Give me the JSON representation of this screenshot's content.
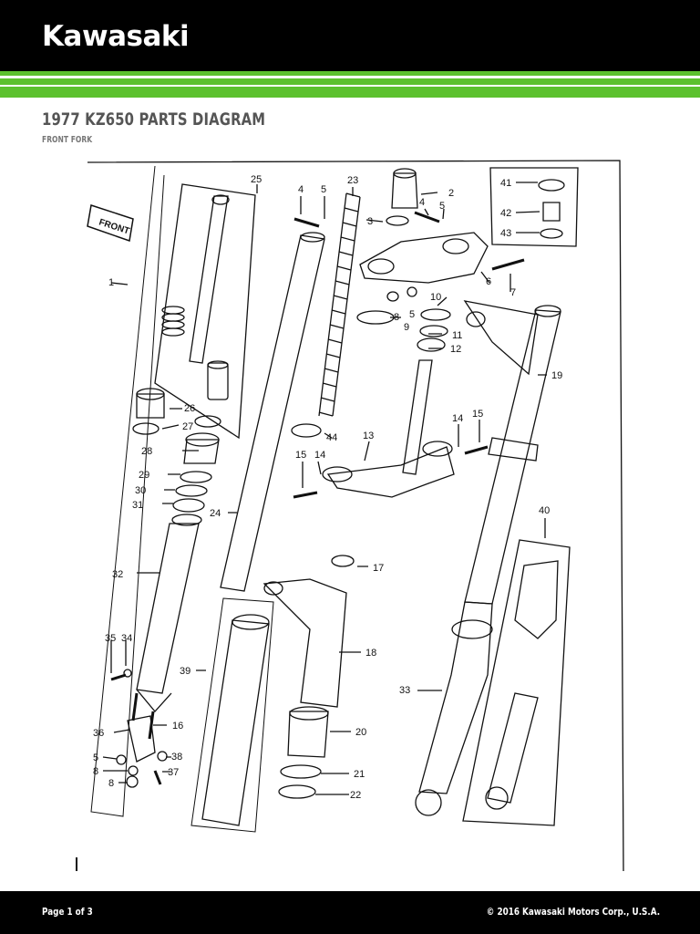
{
  "header": {
    "brand": "Kawasaki"
  },
  "document": {
    "title": "1977 KZ650 PARTS DIAGRAM",
    "subtitle": "FRONT FORK"
  },
  "diagram": {
    "front_label": "FRONT",
    "callouts": [
      "1",
      "2",
      "3",
      "4",
      "5",
      "4",
      "5",
      "6",
      "7",
      "8",
      "5",
      "9",
      "10",
      "11",
      "12",
      "13",
      "14",
      "15",
      "14",
      "15",
      "16",
      "17",
      "18",
      "19",
      "20",
      "21",
      "22",
      "23",
      "24",
      "25",
      "26",
      "27",
      "28",
      "29",
      "30",
      "31",
      "32",
      "33",
      "34",
      "35",
      "36",
      "37",
      "38",
      "39",
      "40",
      "41",
      "42",
      "43",
      "44",
      "5",
      "8",
      "8"
    ]
  },
  "footer": {
    "page": "Page 1 of 3",
    "copyright": "© 2016 Kawasaki Motors Corp., U.S.A."
  }
}
